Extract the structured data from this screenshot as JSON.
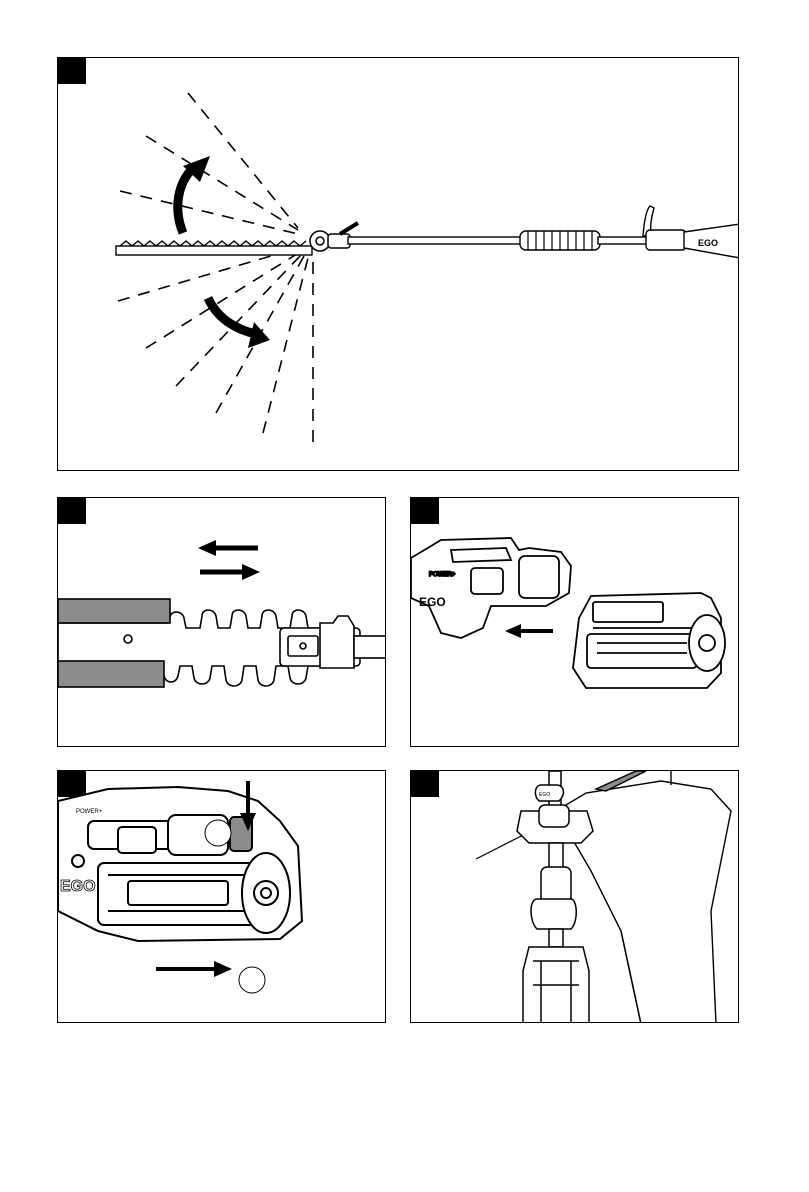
{
  "panels": [
    {
      "id": "p1",
      "content": "pivoting-cutter-head-angles"
    },
    {
      "id": "p2",
      "content": "blade-guard-sheath"
    },
    {
      "id": "p3",
      "content": "battery-insert"
    },
    {
      "id": "p4",
      "content": "battery-release"
    },
    {
      "id": "p5",
      "content": "operator-holding-tool"
    }
  ],
  "logo_text": {
    "brand_small": "EGO",
    "brand_large": "EGO",
    "model_strip": "POWER+",
    "cap_label": "EGO"
  },
  "colors": {
    "line": "#000000",
    "sheath": "#8c8c8c",
    "paper": "#ffffff"
  }
}
